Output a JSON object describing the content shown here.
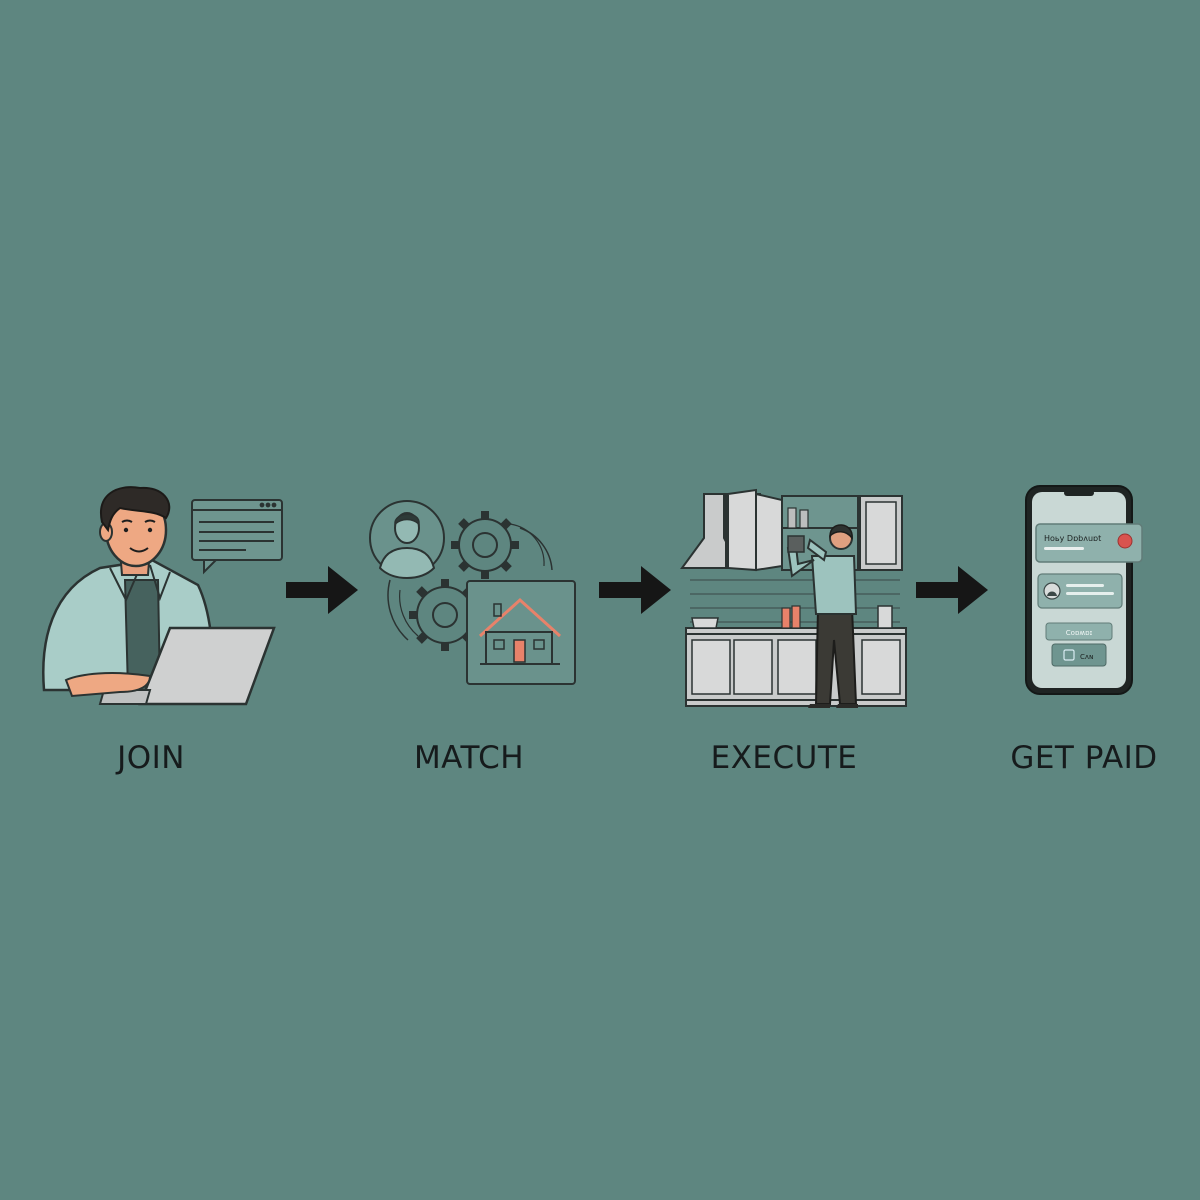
{
  "steps": [
    {
      "label": "JOIN",
      "icon": "person-laptop-icon"
    },
    {
      "label": "MATCH",
      "icon": "match-gears-house-icon"
    },
    {
      "label": "EXECUTE",
      "icon": "kitchen-worker-icon"
    },
    {
      "label": "GET PAID",
      "icon": "phone-payment-icon"
    }
  ],
  "phone": {
    "notification_title": "Hoьу Dɒbʌuɒt",
    "button_label": "Coɒʍɒɪ",
    "pay_label": "Cʌɴ"
  },
  "colors": {
    "background": "#5e8680",
    "outline": "#2b3332",
    "teal_fill": "#9dc3be",
    "accent": "#e8826a",
    "arrow": "#161616"
  }
}
